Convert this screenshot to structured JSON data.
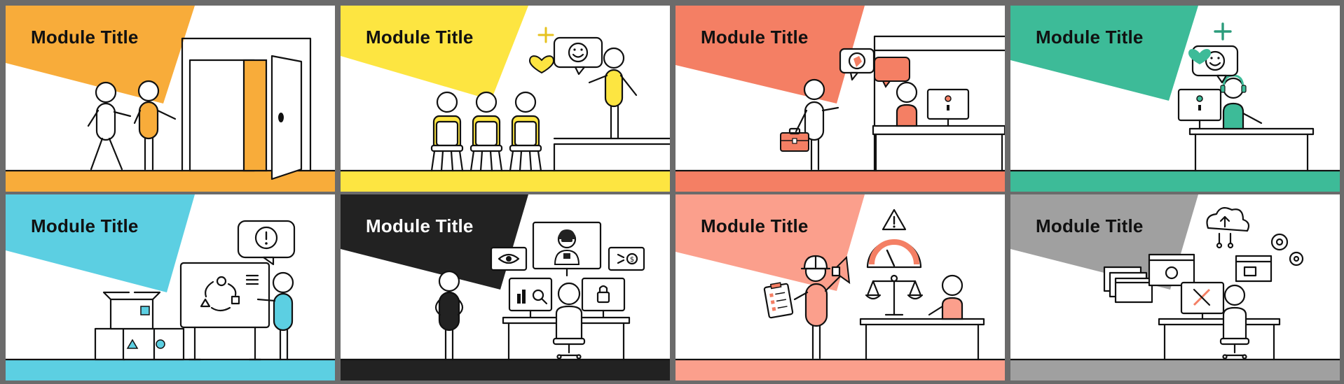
{
  "modules": [
    {
      "title": "Module Title",
      "accent": "#f8ac3a",
      "icon": "door-entry-illustration"
    },
    {
      "title": "Module Title",
      "accent": "#fde541",
      "icon": "audience-presentation-illustration"
    },
    {
      "title": "Module Title",
      "accent": "#f47f64",
      "icon": "reception-desk-illustration"
    },
    {
      "title": "Module Title",
      "accent": "#3dbb98",
      "icon": "customer-support-illustration"
    },
    {
      "title": "Module Title",
      "accent": "#5ccfe2",
      "icon": "whiteboard-process-illustration"
    },
    {
      "title": "Module Title",
      "accent": "#222222",
      "icon": "security-monitoring-illustration"
    },
    {
      "title": "Module Title",
      "accent": "#fb9f8c",
      "icon": "safety-compliance-illustration"
    },
    {
      "title": "Module Title",
      "accent": "#a0a0a0",
      "icon": "it-systems-illustration"
    }
  ]
}
